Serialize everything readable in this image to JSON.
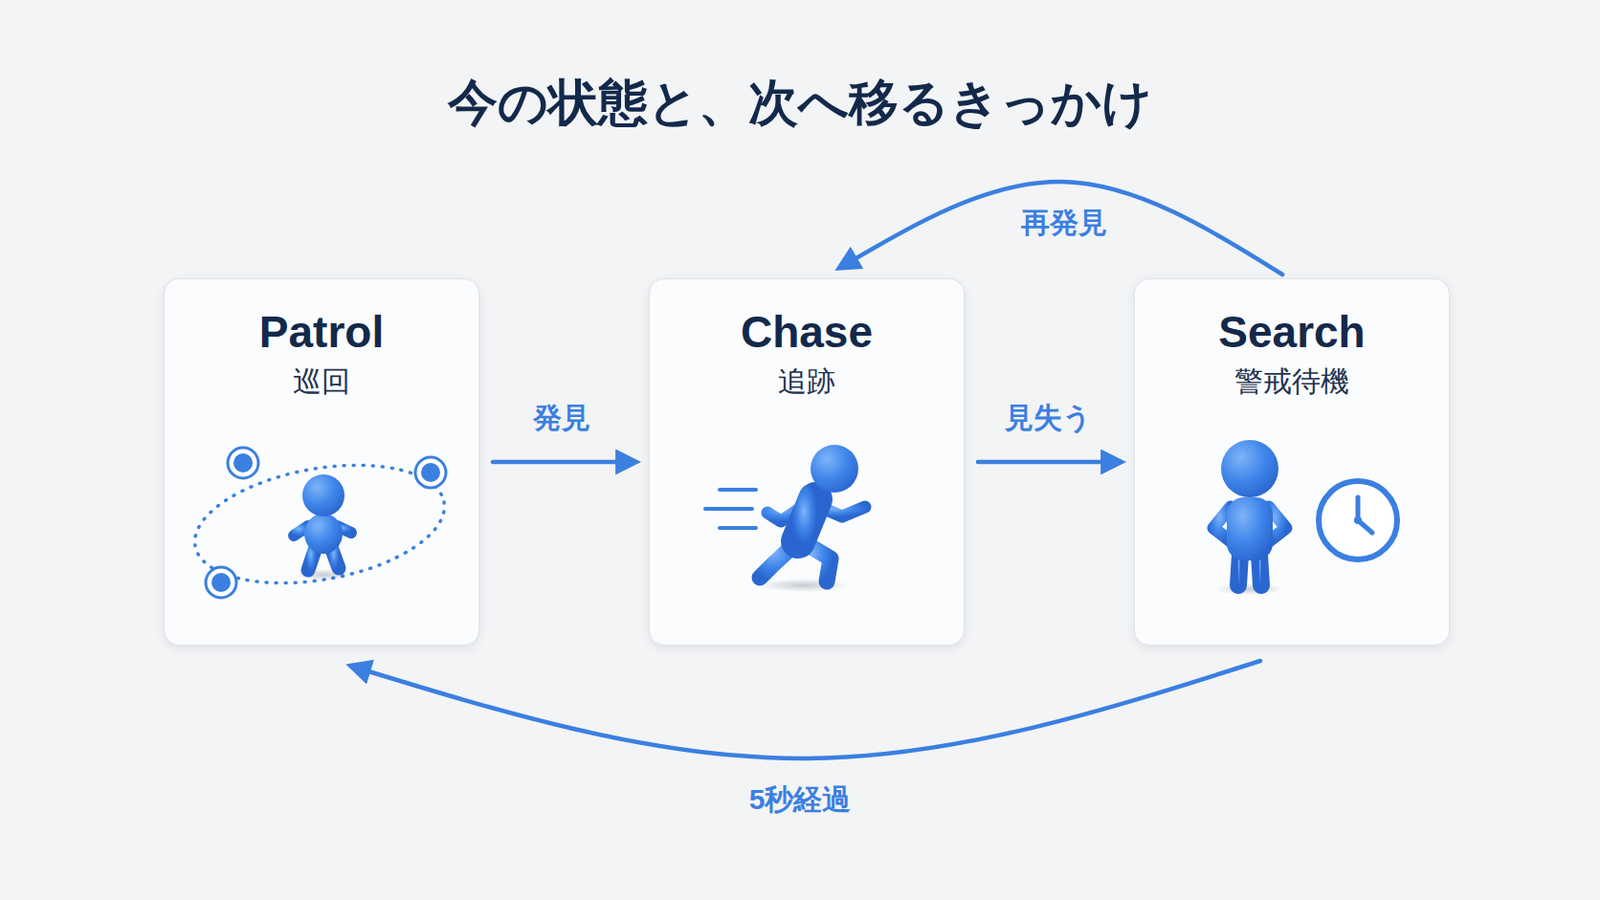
{
  "diagram": {
    "title": "今の状態と、次へ移るきっかけ",
    "nodes": [
      {
        "text": [
          "Patrol",
          "巡回"
        ]
      },
      {
        "text": [
          "Chase",
          "追跡"
        ]
      },
      {
        "text": [
          "Search",
          "警戒待機"
        ]
      }
    ],
    "edges": [
      {
        "from": 0,
        "to": 1,
        "label": "発見",
        "arrow": "to"
      },
      {
        "from": 1,
        "to": 2,
        "label": "見失う",
        "arrow": "to"
      },
      {
        "from": 2,
        "to": 1,
        "label": "再発見",
        "arrow": "to"
      },
      {
        "from": 2,
        "to": 0,
        "label": "5秒経過",
        "arrow": "to"
      }
    ]
  }
}
